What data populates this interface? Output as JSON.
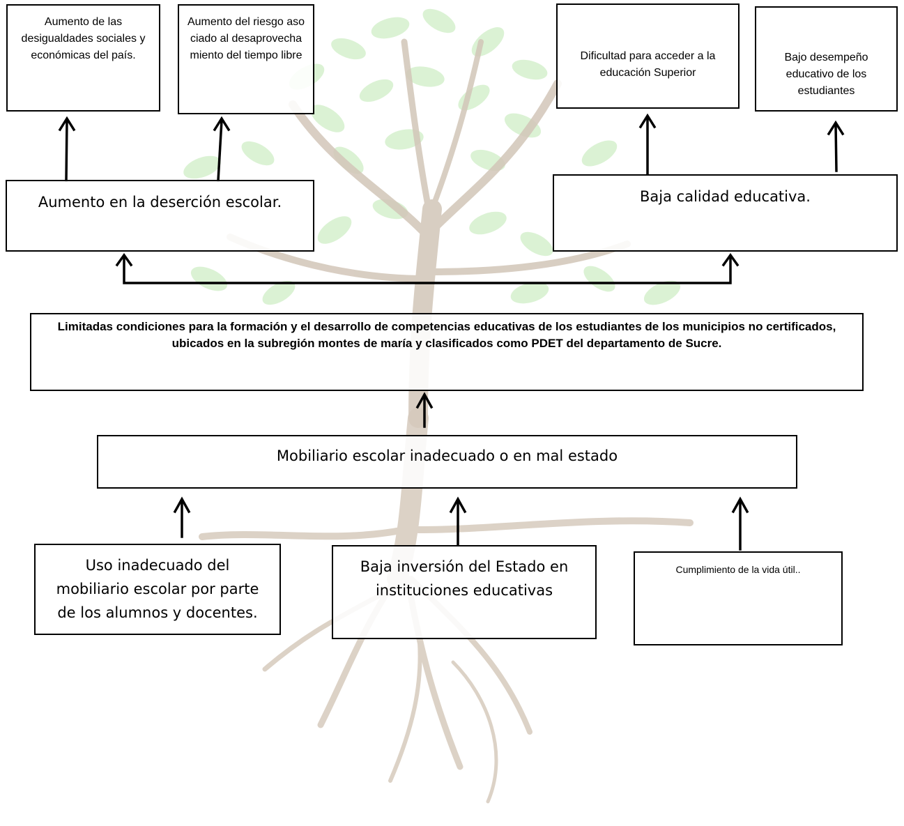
{
  "effects_top": [
    {
      "text": "Aumento de las desigualdades sociales y económicas del país."
    },
    {
      "text": "Aumento del riesgo asociado al desaprovechamiento del tiempo libre"
    },
    {
      "text": "Dificultad para acceder a la educación Superior"
    },
    {
      "text": "Bajo desempeño educativo de los estudiantes"
    }
  ],
  "effects_direct": [
    {
      "text": "Aumento en la deserción escolar."
    },
    {
      "text": "Baja calidad educativa."
    }
  ],
  "central_problem": "Limitadas condiciones para la formación y el desarrollo de competencias educativas de los estudiantes de los municipios no certificados, ubicados en la subregión montes de maría y clasificados como PDET del departamento de Sucre.",
  "direct_cause": "Mobiliario escolar inadecuado o en mal estado",
  "indirect_causes": [
    {
      "text": "Uso inadecuado del mobiliario escolar por parte de los alumnos y docentes."
    },
    {
      "text": "Baja inversión del Estado en instituciones educativas"
    },
    {
      "text": "Cumplimiento de la vida útil.."
    }
  ],
  "colors": {
    "leaf": "#c9ecc0",
    "trunk": "#cdbfb0",
    "stroke": "#000000"
  }
}
